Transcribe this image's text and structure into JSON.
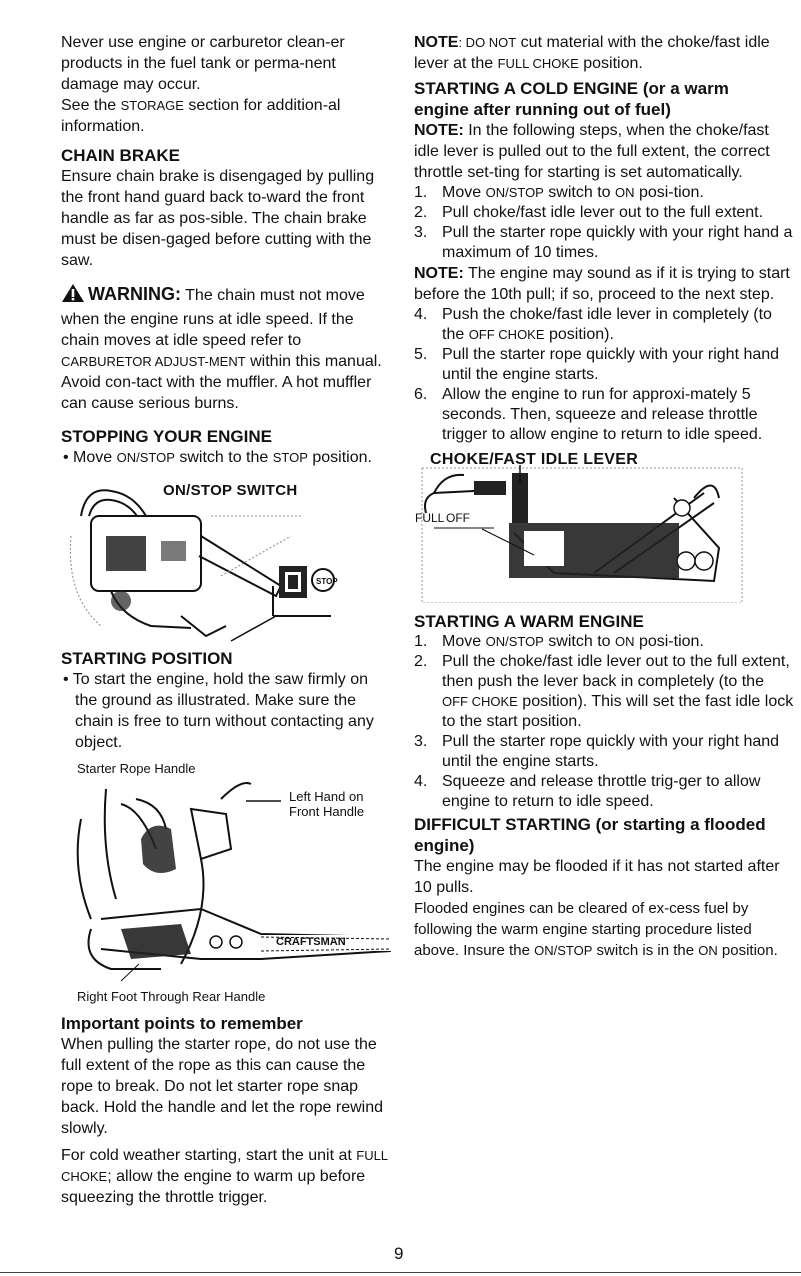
{
  "left": {
    "p1": "Never use engine or carburetor clean-er products in the fuel tank or perma-nent damage may occur.",
    "p2_a": "See the ",
    "p2_sc": "STORAGE",
    "p2_b": " section for addition-al information.",
    "chain_brake_heading": "CHAIN BRAKE",
    "chain_brake_text": "Ensure chain brake is disengaged by pulling the front hand guard back to-ward the front handle as far as pos-sible. The chain brake must be disen-gaged before cutting with the saw.",
    "warning_label": "WARNING:",
    "warning_text_a": " The chain must not move when the engine runs at idle speed. If the chain moves at idle speed refer to ",
    "warning_sc": "CARBURETOR ADJUST-MENT",
    "warning_text_b": " within this manual. Avoid con-tact with the muffler. A hot muffler can cause serious burns.",
    "stopping_heading": "STOPPING YOUR ENGINE",
    "stopping_a": "• Move ",
    "stopping_sc1": "ON/STOP",
    "stopping_b": " switch to the ",
    "stopping_sc2": "STOP",
    "stopping_c": " position.",
    "fig1_caption": "ON/STOP SWITCH",
    "starting_pos_heading": "STARTING POSITION",
    "starting_pos_text": "• To start the engine, hold the saw firmly on the ground as illustrated. Make sure the chain is free to turn without contacting any object.",
    "fig2_label_top": "Starter Rope Handle",
    "fig2_label_right": "Left Hand on Front Handle",
    "fig2_brand": "CRAFTSMAN",
    "fig2_label_bottom": "Right Foot Through Rear Handle",
    "important_heading": "Important points to remember",
    "important_text": "When pulling the starter rope, do not use the full extent of the rope as this can cause the rope to break. Do not let starter rope snap back. Hold the handle and let the rope rewind slowly.",
    "cold_a": "For cold weather starting, start the unit at ",
    "cold_sc": "FULL CHOKE",
    "cold_b": "; allow the engine to warm up before squeezing the throttle trigger."
  },
  "right": {
    "note1_label": "NOTE",
    "note1_sc": ": DO NOT",
    "note1_a": " cut material with the choke/fast idle lever at the ",
    "note1_sc2": "FULL CHOKE",
    "note1_b": " position.",
    "cold_heading": "STARTING A COLD ENGINE (or a warm engine after running out of fuel)",
    "note2_label": "NOTE:",
    "note2_text": " In the following steps, when the choke/fast idle lever is pulled out to the full extent, the correct throttle set-ting for starting is set automatically.",
    "cold_steps": [
      {
        "n": "1.",
        "a": "Move ",
        "sc": "ON/STOP",
        "b": " switch to ",
        "sc2": "ON",
        "c": " posi-tion."
      },
      {
        "n": "2.",
        "a": "Pull choke/fast idle lever out to the full extent.",
        "sc": "",
        "b": "",
        "sc2": "",
        "c": ""
      },
      {
        "n": "3.",
        "a": "Pull the starter rope quickly with your right hand a maximum of 10 times.",
        "sc": "",
        "b": "",
        "sc2": "",
        "c": ""
      }
    ],
    "note3_label": "NOTE:",
    "note3_text": " The engine may sound as if it is trying to start before the 10th pull; if so, proceed to the next step.",
    "cold_steps2": [
      {
        "n": "4.",
        "a": "Push the choke/fast idle lever in completely (to the ",
        "sc": "OFF CHOKE",
        "b": " position)."
      },
      {
        "n": "5.",
        "a": "Pull the starter rope quickly with your right hand until the engine starts.",
        "sc": "",
        "b": ""
      },
      {
        "n": "6.",
        "a": "Allow the engine to run for approxi-mately 5 seconds. Then, squeeze and release throttle trigger to allow engine to return to idle speed.",
        "sc": "",
        "b": ""
      }
    ],
    "fig3_caption": "CHOKE/FAST IDLE LEVER",
    "fig3_full": "FULL",
    "fig3_off": "OFF",
    "warm_heading": "STARTING A WARM ENGINE",
    "warm_steps": [
      {
        "n": "1.",
        "a": "Move ",
        "sc": "ON/STOP",
        "b": " switch to ",
        "sc2": "ON",
        "c": " posi-tion."
      },
      {
        "n": "2.",
        "a": "Pull the choke/fast idle lever out to the full extent, then push the lever back in completely (to the ",
        "sc": "OFF CHOKE",
        "b": " position). This will set the fast idle lock to the start position.",
        "sc2": "",
        "c": ""
      },
      {
        "n": "3.",
        "a": "Pull the starter rope quickly with your right hand until the engine starts.",
        "sc": "",
        "b": "",
        "sc2": "",
        "c": ""
      },
      {
        "n": "4.",
        "a": "Squeeze and release throttle trig-ger to allow engine to return to idle speed.",
        "sc": "",
        "b": "",
        "sc2": "",
        "c": ""
      }
    ],
    "difficult_heading": "DIFFICULT STARTING (or starting a flooded engine)",
    "difficult_p1": "The engine may be flooded if it has not started after 10 pulls.",
    "difficult_p2_a": "Flooded engines can be cleared of ex-cess fuel by following the warm engine starting procedure listed above. Insure the ",
    "difficult_sc1": "ON/STOP",
    "difficult_p2_b": " switch is in the ",
    "difficult_sc2": "ON",
    "difficult_p2_c": " position."
  },
  "page_number": "9"
}
